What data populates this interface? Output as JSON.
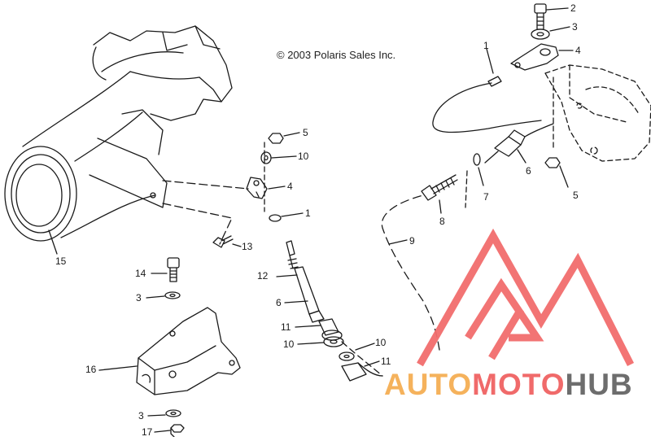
{
  "copyright": "© 2003 Polaris Sales Inc.",
  "brand": {
    "part1": "AUTO",
    "part2": "MOTO",
    "part3": "HUB"
  },
  "callouts": {
    "c1a": "1",
    "c1b": "1",
    "c2": "2",
    "c3a": "3",
    "c3b": "3",
    "c3c": "3",
    "c4a": "4",
    "c4b": "4",
    "c5a": "5",
    "c5b": "5",
    "c6a": "6",
    "c6b": "6",
    "c7": "7",
    "c8": "8",
    "c9": "9",
    "c10a": "10",
    "c10b": "10",
    "c10c": "10",
    "c11a": "11",
    "c11b": "11",
    "c12": "12",
    "c13": "13",
    "c14": "14",
    "c15": "15",
    "c16": "16",
    "c17": "17"
  },
  "colors": {
    "line": "#1a1a1a",
    "logo": "#f26d6d",
    "brand_orange": "#f5b25c",
    "brand_red": "#f06a6a",
    "brand_gray": "#6d6d6d"
  }
}
